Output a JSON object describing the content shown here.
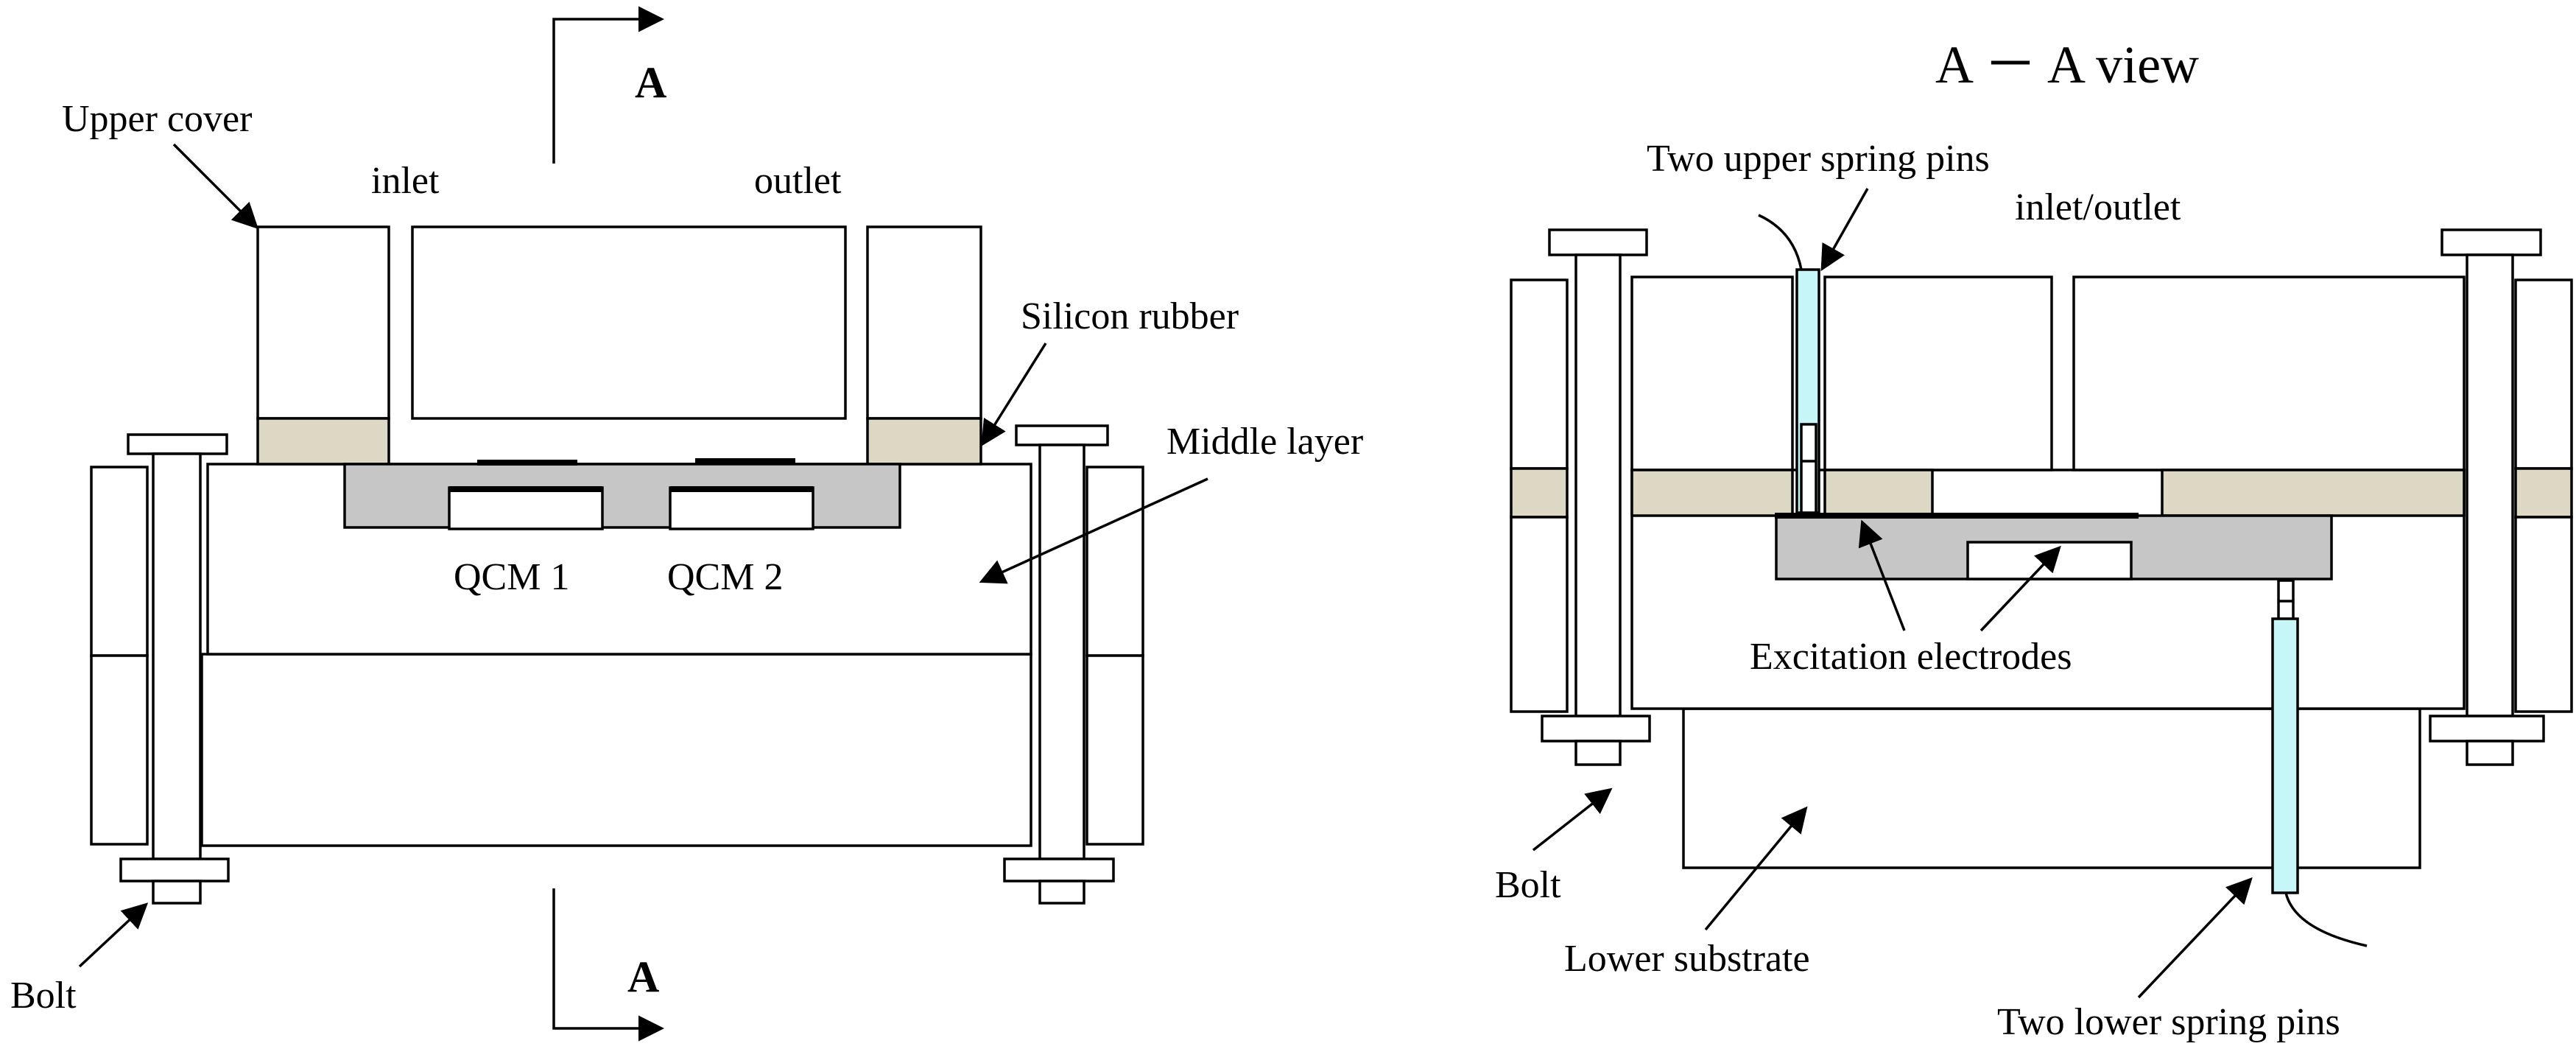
{
  "left_view": {
    "section_marker_top": "A",
    "section_marker_bottom": "A",
    "labels": {
      "upper_cover": "Upper cover",
      "inlet": "inlet",
      "outlet": "outlet",
      "silicon_rubber": "Silicon rubber",
      "middle_layer": "Middle layer",
      "qcm1": "QCM 1",
      "qcm2": "QCM 2",
      "bolt": "Bolt"
    }
  },
  "right_view": {
    "title": "A － A view",
    "labels": {
      "upper_pins": "Two upper spring pins",
      "inlet_outlet": "inlet/outlet",
      "electrodes": "Excitation electrodes",
      "bolt": "Bolt",
      "lower_substrate": "Lower substrate",
      "lower_pins": "Two lower spring pins"
    }
  },
  "colors": {
    "silicon_rubber": "#ddd8c4",
    "qcm_holder": "#c6c6c6",
    "spring_pin": "#c7f6f8",
    "outline": "#000000"
  }
}
